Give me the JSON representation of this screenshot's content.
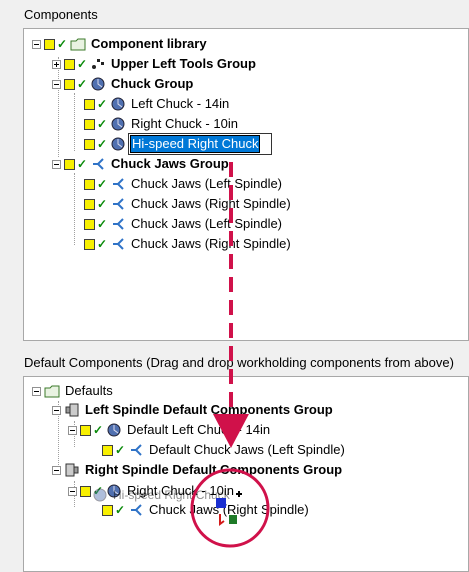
{
  "components_label": "Components",
  "defaults_label": "Default Components (Drag and drop workholding components from above)",
  "library": {
    "root": "Component library",
    "upper_left": "Upper Left Tools Group",
    "chuck_group": "Chuck Group",
    "chucks": [
      "Left Chuck - 14in",
      "Right Chuck - 10in"
    ],
    "editing_value": "Hi-speed Right Chuck",
    "jaws_group": "Chuck Jaws Group",
    "jaws": [
      "Chuck Jaws (Left Spindle)",
      "Chuck Jaws (Right Spindle)",
      "Chuck Jaws (Left Spindle)",
      "Chuck Jaws (Right Spindle)"
    ]
  },
  "defaults": {
    "root": "Defaults",
    "left_group": "Left Spindle Default Components Group",
    "left_chuck": "Default Left Chuck - 14in",
    "left_jaws": "Default Chuck Jaws (Left Spindle)",
    "right_group": "Right Spindle Default Components Group",
    "right_chuck": "Right Chuck - 10in",
    "right_jaws": "Chuck Jaws (Right Spindle)",
    "drag_ghost": "Hi-speed Right Chuck"
  },
  "colors": {
    "arrow": "#d0114a",
    "selection": "#0078d7",
    "checkbox": "#f8f000"
  }
}
